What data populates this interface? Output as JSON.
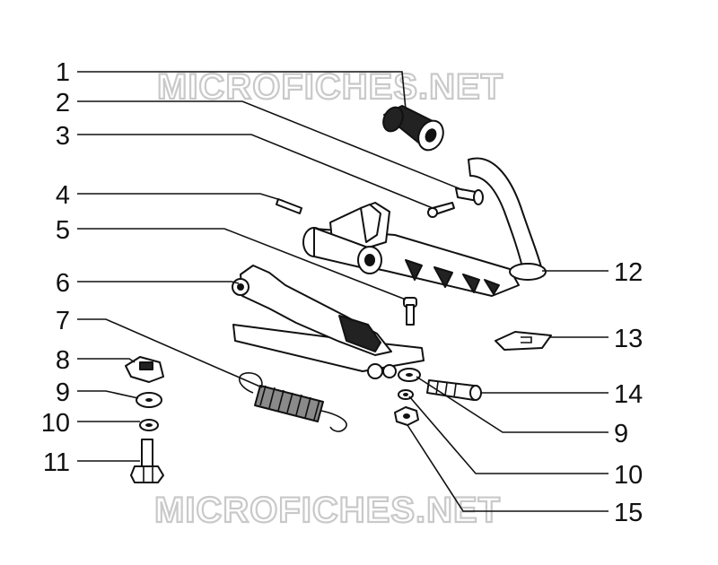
{
  "watermark": "MICROFICHES.NET",
  "callouts": [
    "1",
    "2",
    "3",
    "4",
    "5",
    "6",
    "7",
    "8",
    "9",
    "10",
    "11",
    "12",
    "13",
    "14",
    "9",
    "10",
    "15"
  ]
}
